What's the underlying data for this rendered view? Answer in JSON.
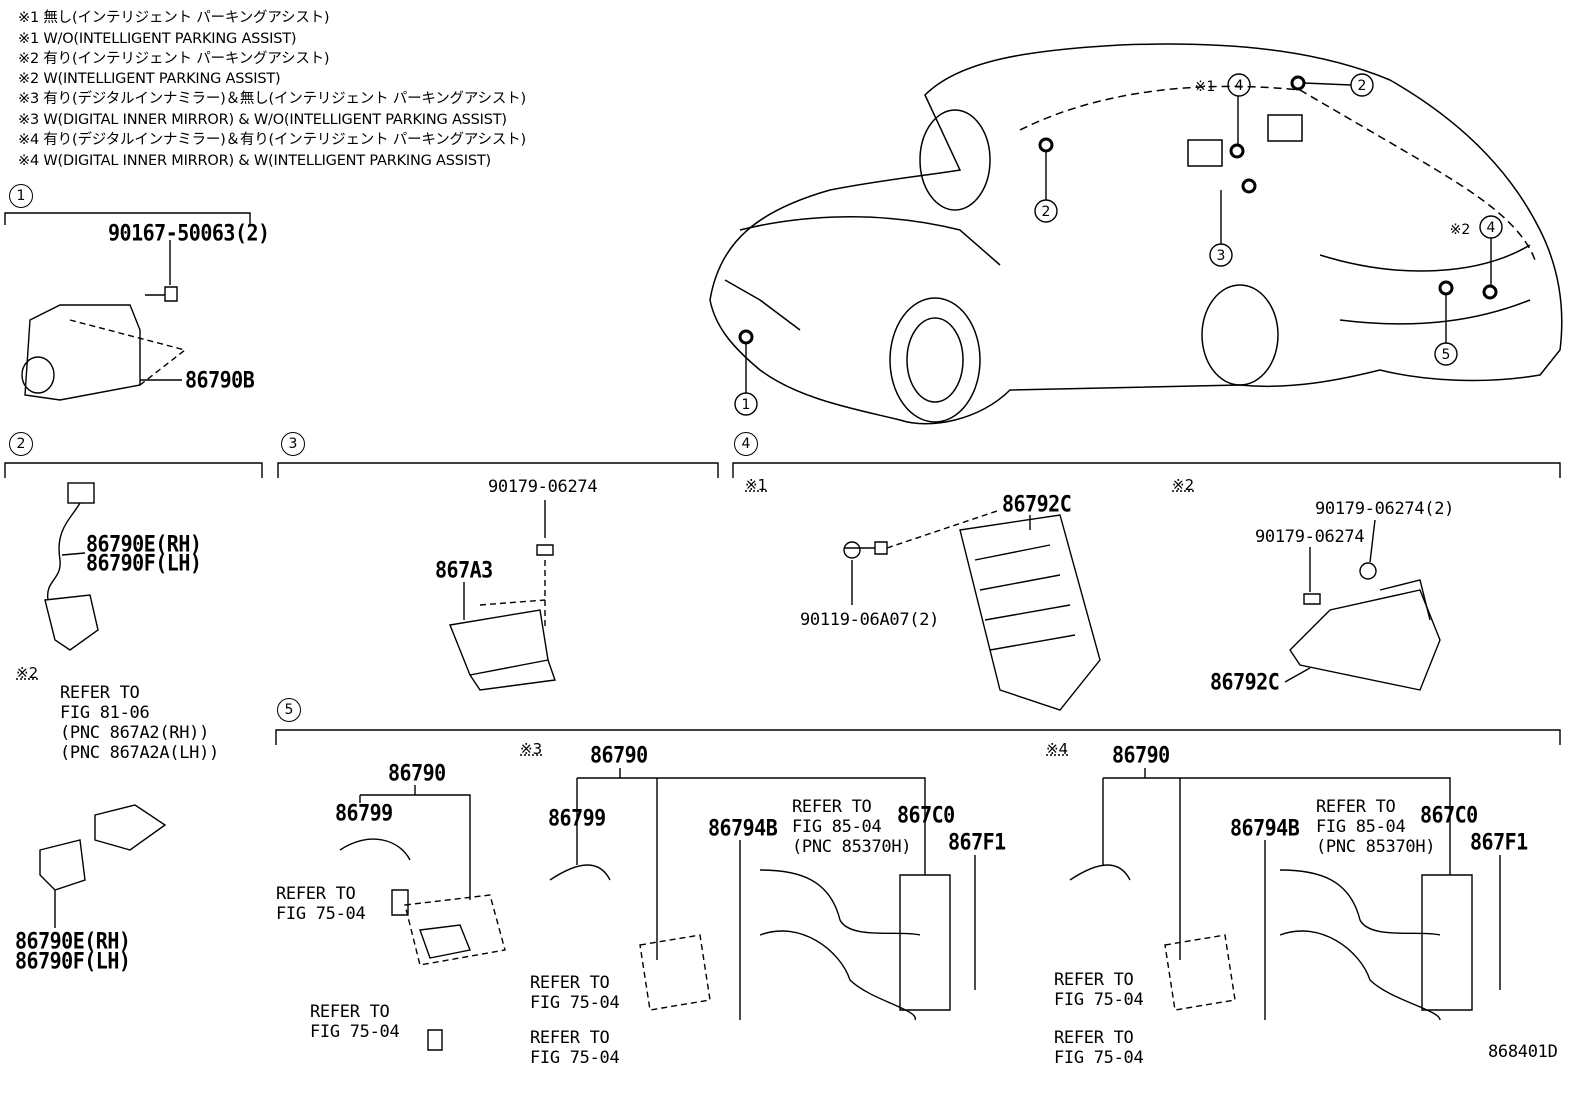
{
  "notes": [
    "※1 無し(インテリジェント パーキングアシスト)",
    "※1 W/O(INTELLIGENT PARKING ASSIST)",
    "※2 有り(インテリジェント パーキングアシスト)",
    "※2 W(INTELLIGENT PARKING ASSIST)",
    "※3 有り(デジタルインナミラー)＆無し(インテリジェント パーキングアシスト)",
    "※3 W(DIGITAL INNER MIRROR) & W/O(INTELLIGENT PARKING ASSIST)",
    "※4 有り(デジタルインナミラー)＆有り(インテリジェント パーキングアシスト)",
    "※4 W(DIGITAL INNER MIRROR) & W(INTELLIGENT PARKING ASSIST)"
  ],
  "sections": [
    "1",
    "2",
    "3",
    "4",
    "5"
  ],
  "car_callouts": {
    "c1": "1",
    "c2a": "2",
    "c2b": "2",
    "c3": "3",
    "c4a": "4",
    "c4b": "4",
    "c5": "5",
    "m1": "※1",
    "m2": "※2"
  },
  "section1": {
    "bolt": "90167-50063(2)",
    "camera": "86790B"
  },
  "section2": {
    "sensor_rh": "86790E(RH)",
    "sensor_lh": "86790F(LH)",
    "mark": "※2",
    "refer": [
      "REFER TO",
      "FIG 81-06",
      "(PNC 867A2(RH))",
      "(PNC 867A2A(LH))"
    ],
    "sensor2_rh": "86790E(RH)",
    "sensor2_lh": "86790F(LH)"
  },
  "section3": {
    "nut": "90179-06274",
    "ecu": "867A3"
  },
  "section4": {
    "mark1": "※1",
    "mark2": "※2",
    "ecu1": "86792C",
    "bolt1": "90119-06A07(2)",
    "nut2": "90179-06274(2)",
    "nut3": "90179-06274",
    "ecu2": "86792C"
  },
  "section5": {
    "g1": {
      "assy": "86790",
      "harness": "86799",
      "refer1": [
        "REFER TO",
        "FIG 75-04"
      ],
      "refer2": [
        "REFER TO",
        "FIG 75-04"
      ]
    },
    "g2": {
      "mark": "※3",
      "assy": "86790",
      "harness": "86799",
      "bracket": "86794B",
      "refer_cable": [
        "REFER TO",
        "FIG 85-04",
        "(PNC 85370H)"
      ],
      "cable": "867C0",
      "clip": "867F1",
      "refer1": [
        "REFER TO",
        "FIG 75-04"
      ],
      "refer2": [
        "REFER TO",
        "FIG 75-04"
      ]
    },
    "g3": {
      "mark": "※4",
      "assy": "86790",
      "bracket": "86794B",
      "refer_cable": [
        "REFER TO",
        "FIG 85-04",
        "(PNC 85370H)"
      ],
      "cable": "867C0",
      "clip": "867F1",
      "refer1": [
        "REFER TO",
        "FIG 75-04"
      ],
      "refer2": [
        "REFER TO",
        "FIG 75-04"
      ]
    }
  },
  "figure_code": "868401D"
}
